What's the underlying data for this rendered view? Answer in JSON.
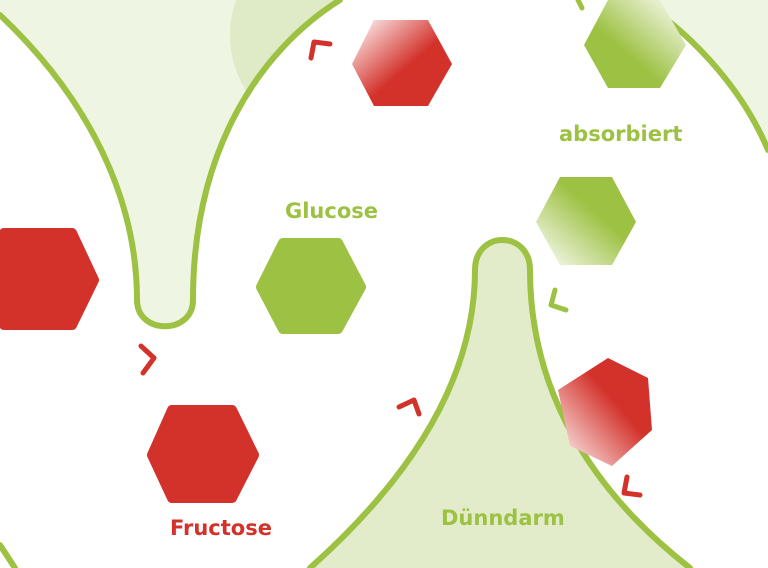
{
  "labels": {
    "glucose": "Glucose",
    "fructose": "Fructose",
    "absorbed": "absorbiert",
    "small_intestine": "Dünndarm"
  },
  "colors": {
    "green": "#9dc142",
    "red": "#d3322b",
    "light_green": "#eff5e3",
    "mid_green": "#dfeac6"
  }
}
